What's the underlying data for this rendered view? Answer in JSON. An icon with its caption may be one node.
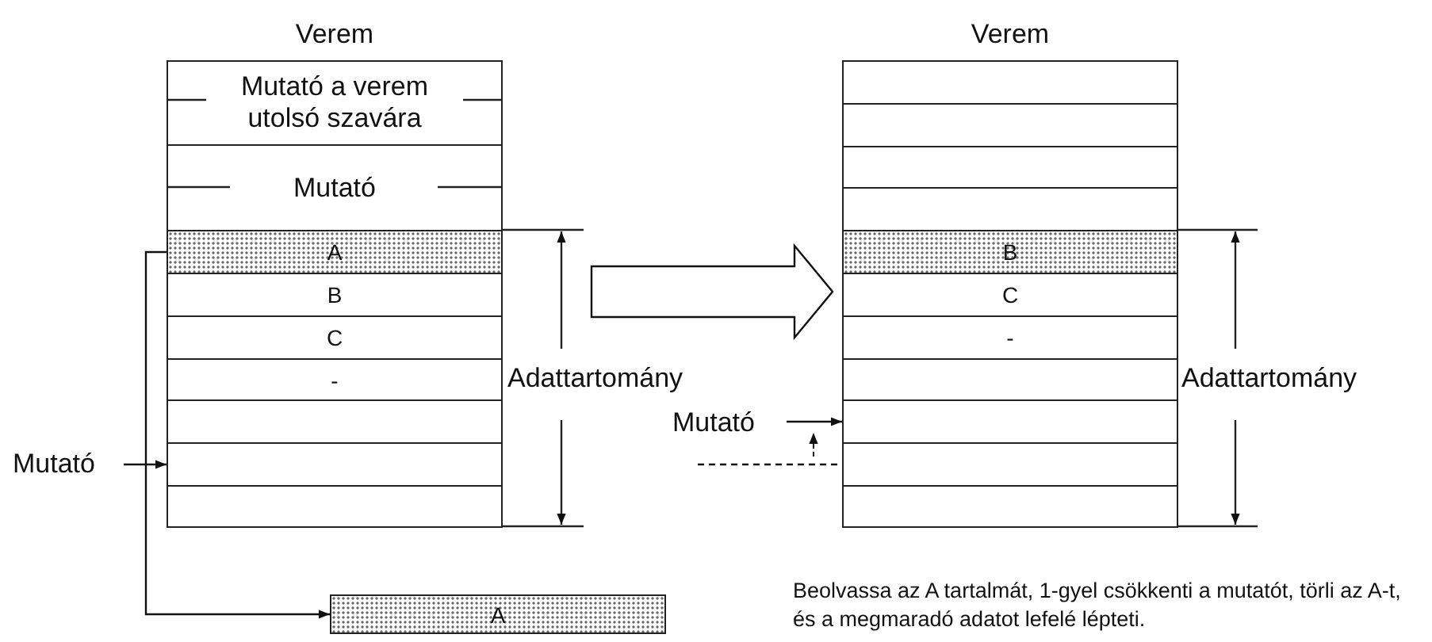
{
  "diagram": {
    "nodes": [
      {
        "text": [
          "Verem"
        ]
      },
      {
        "text": [
          "Mutató a verem utolsó szavára"
        ],
        "in": 0
      },
      {
        "text": [
          "Mutató"
        ],
        "in": 0
      },
      {
        "text": [
          "A"
        ],
        "in": 0
      },
      {
        "text": [
          "B"
        ],
        "in": 0
      },
      {
        "text": [
          "C"
        ],
        "in": 0
      },
      {
        "text": [
          "-"
        ],
        "in": 0
      },
      {
        "text": [],
        "shape": "box",
        "in": 0
      },
      {
        "text": [],
        "shape": "box",
        "in": 0
      },
      {
        "text": [],
        "shape": "box",
        "in": 0
      },
      {
        "text": [
          "Verem"
        ]
      },
      {
        "text": [],
        "shape": "box",
        "in": 10
      },
      {
        "text": [],
        "shape": "box",
        "in": 10
      },
      {
        "text": [],
        "shape": "box",
        "in": 10
      },
      {
        "text": [],
        "shape": "box",
        "in": 10
      },
      {
        "text": [
          "B"
        ],
        "in": 10
      },
      {
        "text": [
          "C"
        ],
        "in": 10
      },
      {
        "text": [
          "-"
        ],
        "in": 10
      },
      {
        "text": [],
        "shape": "box",
        "in": 10
      },
      {
        "text": [],
        "shape": "box",
        "in": 10
      },
      {
        "text": [],
        "shape": "box",
        "in": 10
      },
      {
        "text": [],
        "shape": "box",
        "in": 10
      },
      {
        "text": [
          "Mutató"
        ]
      },
      {
        "text": [
          "Mutató"
        ]
      },
      {
        "text": [
          "A"
        ]
      }
    ],
    "edges": [
      {
        "from": 22,
        "to": 8,
        "arrow": "to"
      },
      {
        "from": 3,
        "to": 24,
        "arrow": "to"
      },
      {
        "from": 0,
        "to": 10,
        "arrow": "to"
      },
      {
        "from": 23,
        "to": 19,
        "arrow": "to"
      },
      {
        "from": 23,
        "to": 20,
        "arrow": "none",
        "style": "dashed"
      }
    ],
    "labels": [
      "Adattartomány",
      "Adattartomány",
      "Beolvassa az A tartalmát, 1-gyel csökkenti a mutatót, törli az A-t, és a megmaradó adatot lefelé lépteti."
    ]
  }
}
